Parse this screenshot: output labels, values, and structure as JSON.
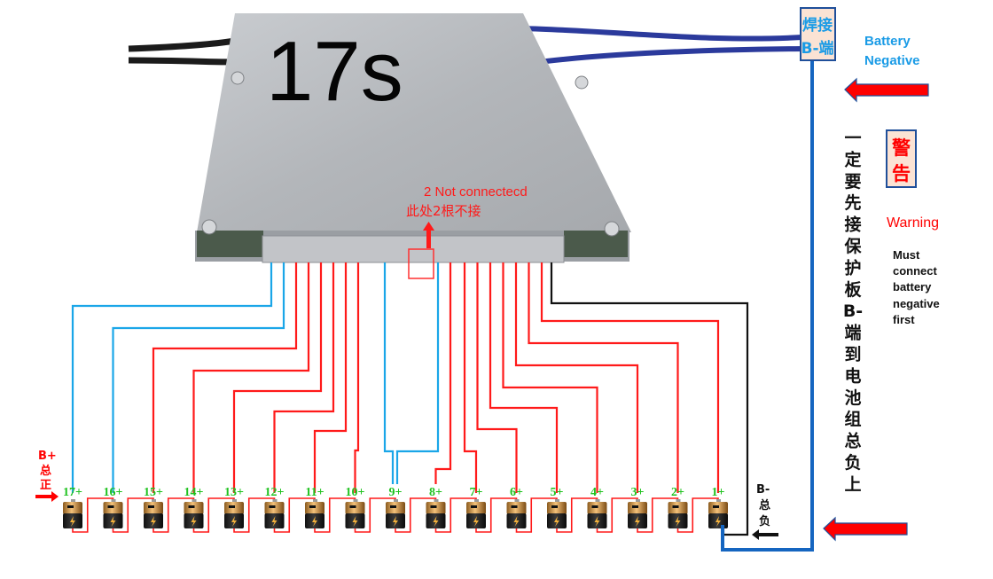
{
  "board": {
    "model_label": "17s",
    "not_connected_en": "2 Not connectecd",
    "not_connected_cn": "此处2根不接"
  },
  "b_minus_box": {
    "line1": "焊接",
    "line2": "B-端",
    "caption_line1": "Battery",
    "caption_line2": "Negative"
  },
  "warning": {
    "vertical_cn": "一定要先接保护板B-端到电池组总负上",
    "badge_line1": "警",
    "badge_line2": "告",
    "title_en": "Warning",
    "body_lines": [
      "Must",
      "connect",
      "battery",
      "negative",
      "first"
    ]
  },
  "terminals": {
    "b_plus": {
      "line1": "B+",
      "line2": "总",
      "line3": "正"
    },
    "b_minus": {
      "line1": "B-",
      "line2": "总",
      "line3": "负"
    }
  },
  "cells": {
    "labels": [
      "17+",
      "16+",
      "15+",
      "14+",
      "13+",
      "12+",
      "11+",
      "10+",
      "9+",
      "8+",
      "7+",
      "6+",
      "5+",
      "4+",
      "3+",
      "2+",
      "1+"
    ]
  },
  "colors": {
    "balance_wire": "#ff1a1a",
    "sense_wire_blue": "#1aa6e8",
    "negative_wire": "#1565c0",
    "label_green": "#1fc21f",
    "warning_red": "#ff0000",
    "caption_blue": "#1a9be6",
    "board_metal": "#b9bcc0"
  }
}
